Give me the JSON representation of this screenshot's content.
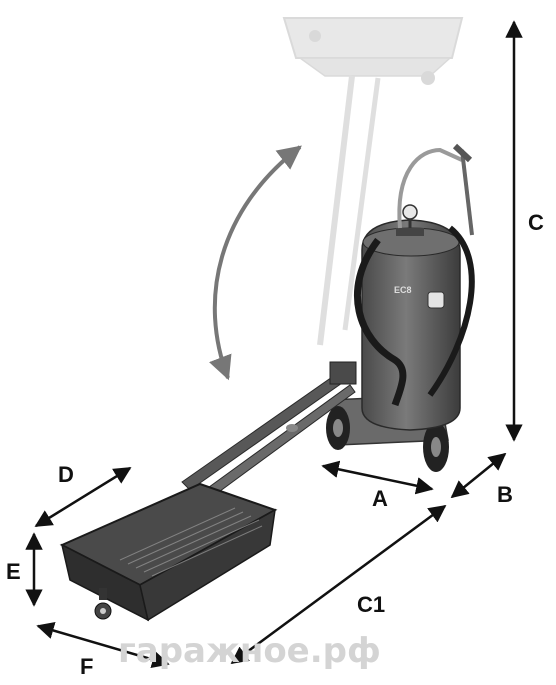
{
  "dimension_labels": {
    "a": "A",
    "b": "B",
    "c": "C",
    "c1": "C1",
    "d": "D",
    "e": "E",
    "f": "F"
  },
  "unit_marking": "EC8",
  "watermark": "гаражное.рф",
  "colors": {
    "tank": "#5e5e5e",
    "tank_dark": "#3a3a3a",
    "tray": "#3d3d3d",
    "ghost": "#c9c9c9",
    "arrow": "#111111",
    "rotation_arrow": "#777777"
  }
}
